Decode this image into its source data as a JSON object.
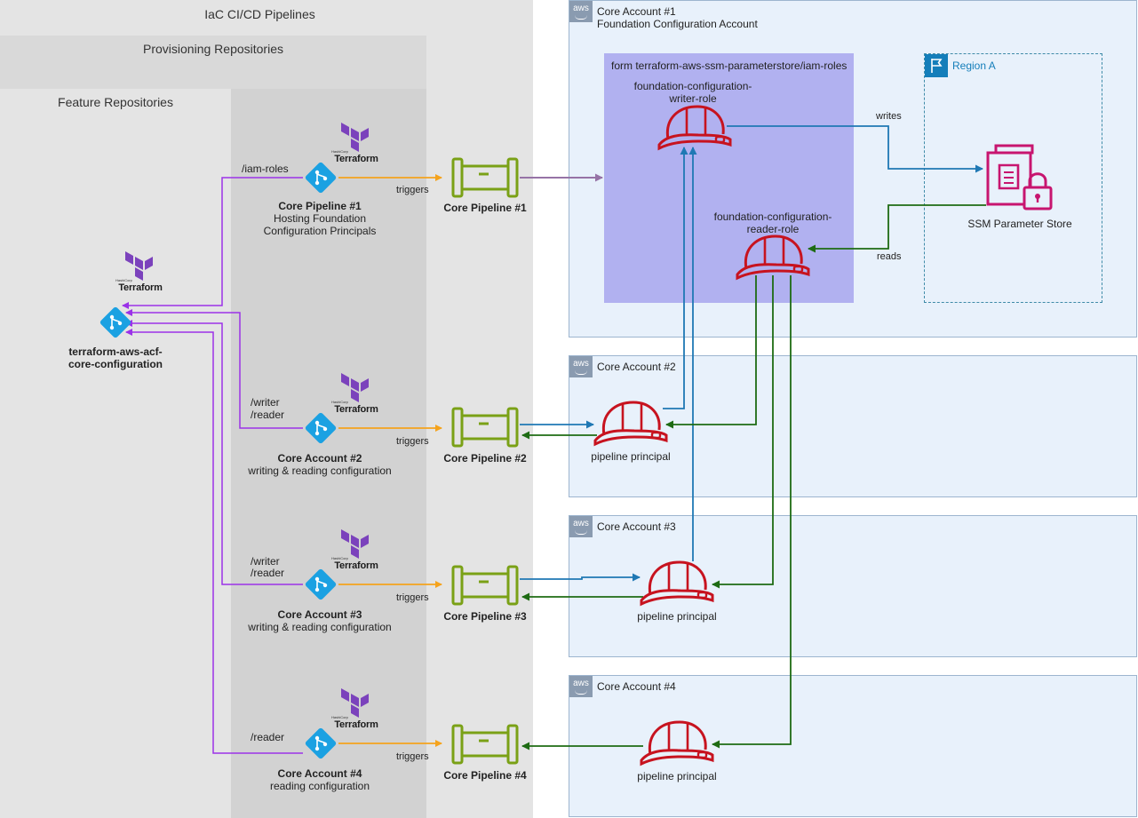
{
  "cicd": {
    "title": "IaC CI/CD Pipelines",
    "provisioning_title": "Provisioning Repositories",
    "feature_title": "Feature Repositories"
  },
  "repo_central": {
    "name_line1": "terraform-aws-acf-",
    "name_line2": "core-configuration",
    "terraform_word": "Terraform",
    "hashicorp_word": "HashiCorp"
  },
  "core_repos": [
    {
      "title": "Core Pipeline #1",
      "line2": "Hosting Foundation",
      "line3": "Configuration Principals",
      "paths": [
        "/iam-roles"
      ],
      "trigger": "triggers",
      "pipeline": "Core Pipeline #1",
      "terraform_word": "Terraform",
      "hashicorp_word": "HashiCorp"
    },
    {
      "title": "Core Account #2",
      "line2": "writing & reading configuration",
      "line3": "",
      "paths": [
        "/writer",
        "/reader"
      ],
      "trigger": "triggers",
      "pipeline": "Core Pipeline #2",
      "terraform_word": "Terraform",
      "hashicorp_word": "HashiCorp"
    },
    {
      "title": "Core Account #3",
      "line2": "writing & reading configuration",
      "line3": "",
      "paths": [
        "/writer",
        "/reader"
      ],
      "trigger": "triggers",
      "pipeline": "Core Pipeline #3",
      "terraform_word": "Terraform",
      "hashicorp_word": "HashiCorp"
    },
    {
      "title": "Core Account #4",
      "line2": "reading configuration",
      "line3": "",
      "paths": [
        "/reader"
      ],
      "trigger": "triggers",
      "pipeline": "Core Pipeline #4",
      "terraform_word": "Terraform",
      "hashicorp_word": "HashiCorp"
    }
  ],
  "accounts": [
    {
      "aws_badge": "aws",
      "title": "Core Account #1",
      "subtitle": "Foundation Configuration Account"
    },
    {
      "aws_badge": "aws",
      "title": "Core Account #2",
      "subtitle": ""
    },
    {
      "aws_badge": "aws",
      "title": "Core Account #3",
      "subtitle": ""
    },
    {
      "aws_badge": "aws",
      "title": "Core Account #4",
      "subtitle": ""
    }
  ],
  "iam_roles_box": {
    "title": "form terraform-aws-ssm-parameterstore/iam-roles",
    "writer_role_line1": "foundation-configuration-",
    "writer_role_line2": "writer-role",
    "reader_role_line1": "foundation-configuration-",
    "reader_role_line2": "reader-role"
  },
  "region": {
    "title": "Region A",
    "ssm_label": "SSM Parameter Store",
    "writes_label": "writes",
    "reads_label": "reads"
  },
  "principal_label": "pipeline principal",
  "colors": {
    "terraform_purple": "#7b42bc",
    "git_blue": "#1ba1e2",
    "trigger_orange": "#f5a31d",
    "pipeline_green": "#7aa116",
    "role_red": "#c7131f",
    "write_blue": "#1f78b4",
    "read_green": "#1e6b13",
    "repo_link_purple": "#9b32e8",
    "assume_link": "#9673a6",
    "ssm_magenta": "#c7156f"
  }
}
